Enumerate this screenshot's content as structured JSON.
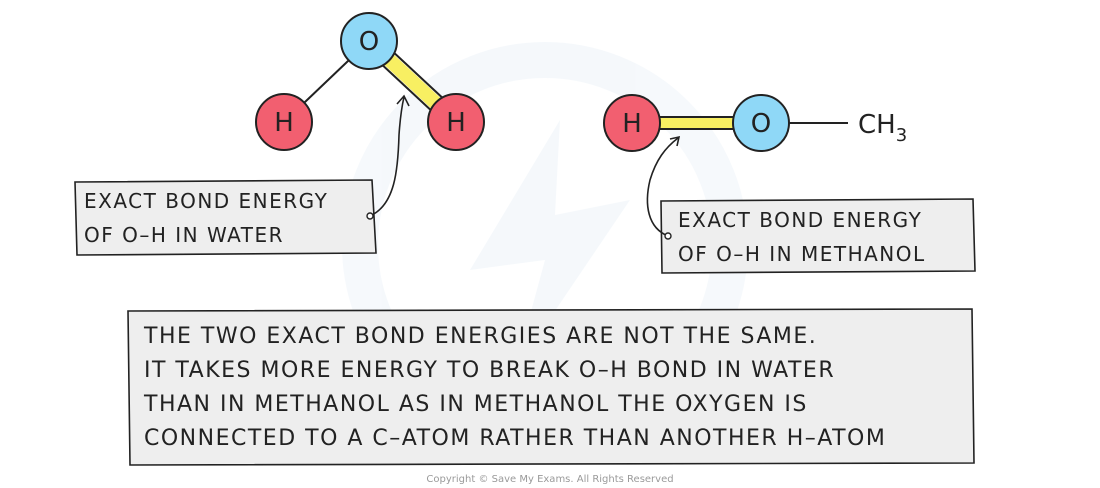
{
  "colors": {
    "oxygen": "#8fd8f7",
    "hydrogen": "#f25f70",
    "highlight": "#f8ef62",
    "box_fill": "#eeeeee",
    "stroke": "#222222"
  },
  "water": {
    "atoms": {
      "oxygen": "O",
      "hydrogen_left": "H",
      "hydrogen_right": "H"
    },
    "label_lines": [
      "EXACT BOND ENERGY",
      "OF O–H IN WATER"
    ]
  },
  "methanol": {
    "atoms": {
      "hydrogen": "H",
      "oxygen": "O"
    },
    "group": {
      "main": "CH",
      "subscript": "3"
    },
    "label_lines": [
      "EXACT BOND ENERGY",
      "OF O–H IN METHANOL"
    ]
  },
  "summary_lines": [
    "THE TWO EXACT BOND ENERGIES ARE NOT THE SAME.",
    "IT TAKES MORE ENERGY TO BREAK O–H BOND IN WATER",
    "THAN IN METHANOL AS IN METHANOL THE OXYGEN IS",
    "CONNECTED TO A C–ATOM RATHER THAN ANOTHER H–ATOM"
  ],
  "copyright": "Copyright © Save My Exams. All Rights Reserved"
}
